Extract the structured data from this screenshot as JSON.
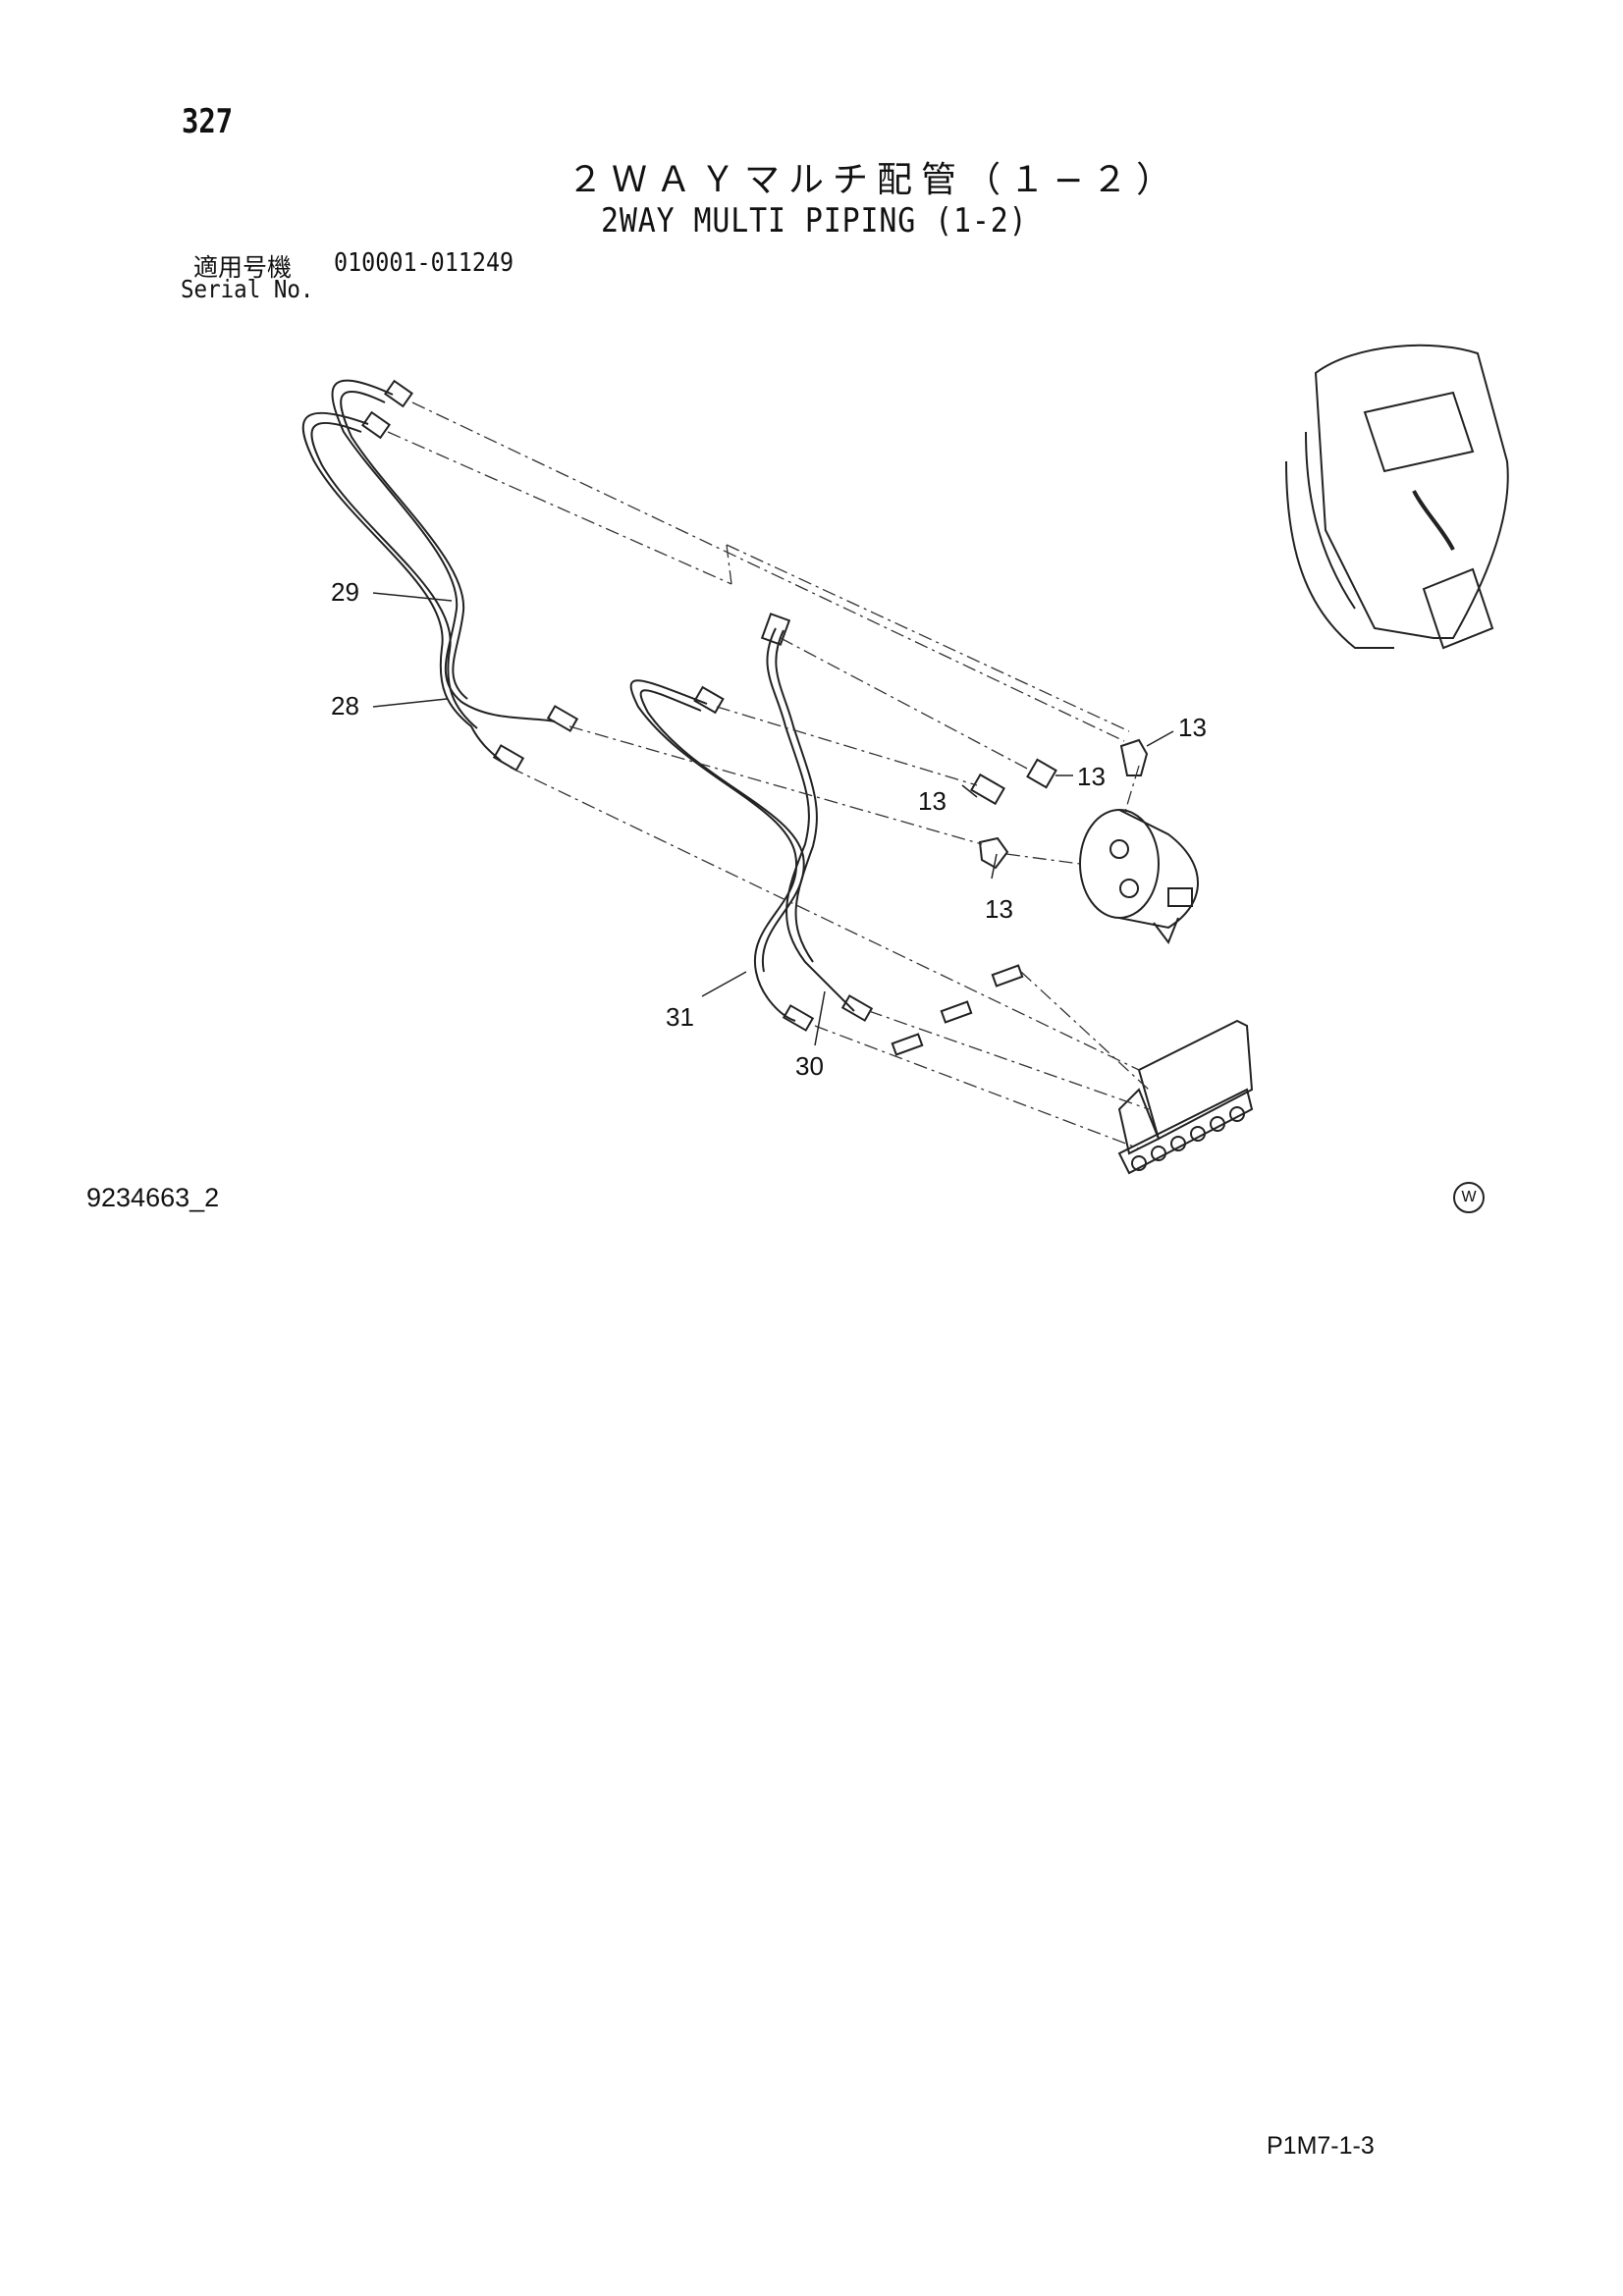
{
  "header": {
    "page_number": "327",
    "title_jp": "２ＷＡＹマルチ配管（１−２）",
    "title_en": "2WAY MULTI PIPING (1-2)",
    "serial_label_jp": "適用号機",
    "serial_range": "010001-011249",
    "serial_label_en": "Serial No."
  },
  "callouts": [
    "29",
    "28",
    "13",
    "13",
    "13",
    "13",
    "31",
    "30"
  ],
  "footer": {
    "drawing_number": "9234663_2",
    "mark": "W",
    "page_code": "P1M7-1-3"
  }
}
